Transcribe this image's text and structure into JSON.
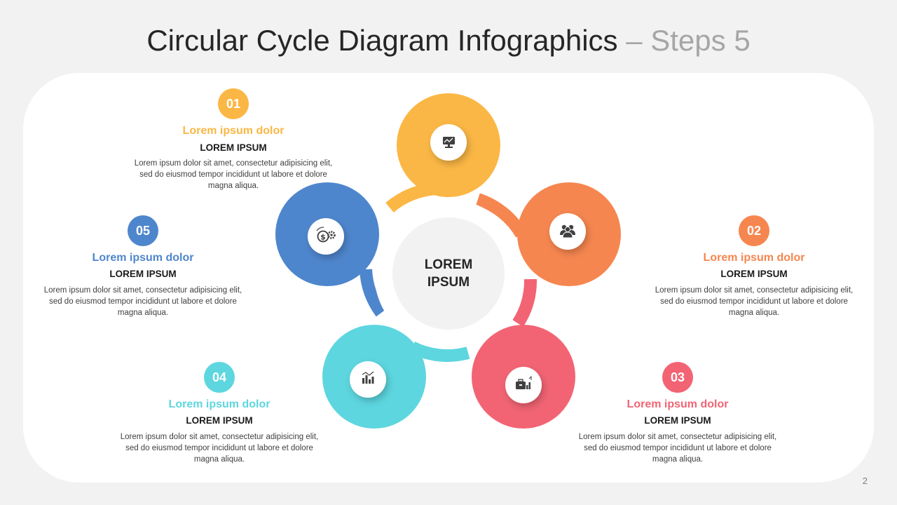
{
  "title": {
    "main": "Circular Cycle Diagram Infographics",
    "sub": "– Steps 5"
  },
  "center": {
    "label": "LOREM\nIPSUM"
  },
  "steps": [
    {
      "num": "01",
      "heading": "Lorem ipsum dolor",
      "subheading": "LOREM IPSUM",
      "body": "Lorem ipsum dolor sit amet, consectetur adipisicing elit, sed do eiusmod tempor incididunt ut labore et dolore magna aliqua.",
      "color": "#fbb745",
      "icon": "monitor-chart-icon"
    },
    {
      "num": "02",
      "heading": "Lorem ipsum dolor",
      "subheading": "LOREM IPSUM",
      "body": "Lorem ipsum dolor sit amet, consectetur adipisicing elit, sed do eiusmod tempor incididunt ut labore et dolore magna aliqua.",
      "color": "#f6864f",
      "icon": "team-icon"
    },
    {
      "num": "03",
      "heading": "Lorem ipsum dolor",
      "subheading": "LOREM IPSUM",
      "body": "Lorem ipsum dolor sit amet, consectetur adipisicing elit, sed do eiusmod tempor incididunt ut labore et dolore magna aliqua.",
      "color": "#f26474",
      "icon": "briefcase-chart-icon"
    },
    {
      "num": "04",
      "heading": "Lorem ipsum dolor",
      "subheading": "LOREM IPSUM",
      "body": "Lorem ipsum dolor sit amet, consectetur adipisicing elit, sed do eiusmod tempor incididunt ut labore et dolore magna aliqua.",
      "color": "#5dd6df",
      "icon": "bar-chart-icon"
    },
    {
      "num": "05",
      "heading": "Lorem ipsum dolor",
      "subheading": "LOREM IPSUM",
      "body": "Lorem ipsum dolor sit amet, consectetur adipisicing elit, sed do eiusmod tempor incididunt ut labore et dolore magna aliqua.",
      "color": "#4e86cd",
      "icon": "money-gear-icon"
    }
  ],
  "page_number": "2"
}
